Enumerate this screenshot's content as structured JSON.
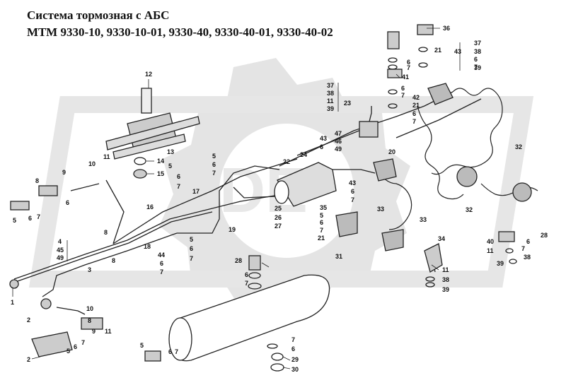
{
  "title": {
    "line1": "Система тормозная с АБС",
    "line2": "МТМ 9330-10, 9330-10-01, 9330-40, 9330-40-01, 9330-40-02"
  },
  "watermark": {
    "color": "#e2e2e2"
  },
  "colors": {
    "ink": "#111111",
    "background": "#ffffff"
  },
  "callouts": [
    {
      "id": "c1",
      "text": "1"
    },
    {
      "id": "c2",
      "text": "2"
    },
    {
      "id": "c3",
      "text": "3"
    },
    {
      "id": "c4",
      "text": "4"
    },
    {
      "id": "c45",
      "text": "45"
    },
    {
      "id": "c49",
      "text": "49"
    },
    {
      "id": "c5a",
      "text": "5"
    },
    {
      "id": "c6a",
      "text": "6"
    },
    {
      "id": "c7a",
      "text": "7"
    },
    {
      "id": "c6b",
      "text": "6"
    },
    {
      "id": "c8a",
      "text": "8"
    },
    {
      "id": "c9a",
      "text": "9"
    },
    {
      "id": "c10a",
      "text": "10"
    },
    {
      "id": "c11a",
      "text": "11"
    },
    {
      "id": "c12",
      "text": "12"
    },
    {
      "id": "c13",
      "text": "13"
    },
    {
      "id": "c14",
      "text": "14"
    },
    {
      "id": "c15",
      "text": "15"
    },
    {
      "id": "c5b",
      "text": "5"
    },
    {
      "id": "c6c",
      "text": "6"
    },
    {
      "id": "c7b",
      "text": "7"
    },
    {
      "id": "c5c",
      "text": "5"
    },
    {
      "id": "c6d",
      "text": "6"
    },
    {
      "id": "c7c",
      "text": "7"
    },
    {
      "id": "c16",
      "text": "16"
    },
    {
      "id": "c8b",
      "text": "8"
    },
    {
      "id": "c17",
      "text": "17"
    },
    {
      "id": "c18",
      "text": "18"
    },
    {
      "id": "c19",
      "text": "19"
    },
    {
      "id": "c8c",
      "text": "8"
    },
    {
      "id": "c44",
      "text": "44"
    },
    {
      "id": "c6e",
      "text": "6"
    },
    {
      "id": "c7d",
      "text": "7"
    },
    {
      "id": "c5d",
      "text": "5"
    },
    {
      "id": "c6f",
      "text": "6"
    },
    {
      "id": "c7e",
      "text": "7"
    },
    {
      "id": "c10b",
      "text": "10"
    },
    {
      "id": "c9b",
      "text": "9"
    },
    {
      "id": "c11b",
      "text": "11"
    },
    {
      "id": "c8d",
      "text": "8"
    },
    {
      "id": "c7f",
      "text": "7"
    },
    {
      "id": "c6g",
      "text": "6"
    },
    {
      "id": "c5e",
      "text": "5"
    },
    {
      "id": "c2b",
      "text": "2"
    },
    {
      "id": "c5f",
      "text": "5"
    },
    {
      "id": "c6h",
      "text": "6"
    },
    {
      "id": "c7g",
      "text": "7"
    },
    {
      "id": "c22",
      "text": "22"
    },
    {
      "id": "c25",
      "text": "25"
    },
    {
      "id": "c26",
      "text": "26"
    },
    {
      "id": "c27",
      "text": "27"
    },
    {
      "id": "c28a",
      "text": "28"
    },
    {
      "id": "c6i",
      "text": "6"
    },
    {
      "id": "c7h",
      "text": "7"
    },
    {
      "id": "c37a",
      "text": "37"
    },
    {
      "id": "c38a",
      "text": "38"
    },
    {
      "id": "c11c",
      "text": "11"
    },
    {
      "id": "c39a",
      "text": "39"
    },
    {
      "id": "c23",
      "text": "23"
    },
    {
      "id": "c43a",
      "text": "43"
    },
    {
      "id": "c6j",
      "text": "6"
    },
    {
      "id": "c47",
      "text": "47"
    },
    {
      "id": "c46",
      "text": "46"
    },
    {
      "id": "c49b",
      "text": "49"
    },
    {
      "id": "c24",
      "text": "24"
    },
    {
      "id": "c20",
      "text": "20"
    },
    {
      "id": "c43b",
      "text": "43"
    },
    {
      "id": "c6k",
      "text": "6"
    },
    {
      "id": "c7i",
      "text": "7"
    },
    {
      "id": "c35",
      "text": "35"
    },
    {
      "id": "c5g",
      "text": "5"
    },
    {
      "id": "c6l",
      "text": "6"
    },
    {
      "id": "c7j",
      "text": "7"
    },
    {
      "id": "c21a",
      "text": "21"
    },
    {
      "id": "c33a",
      "text": "33"
    },
    {
      "id": "c33b",
      "text": "33"
    },
    {
      "id": "c31",
      "text": "31"
    },
    {
      "id": "c34",
      "text": "34"
    },
    {
      "id": "c36",
      "text": "36"
    },
    {
      "id": "c6m",
      "text": "6"
    },
    {
      "id": "c21b",
      "text": "21"
    },
    {
      "id": "c7k",
      "text": "7"
    },
    {
      "id": "c41",
      "text": "41"
    },
    {
      "id": "c6n",
      "text": "6"
    },
    {
      "id": "c7l",
      "text": "7"
    },
    {
      "id": "c42",
      "text": "42"
    },
    {
      "id": "c21c",
      "text": "21"
    },
    {
      "id": "c6o",
      "text": "6"
    },
    {
      "id": "c7m",
      "text": "7"
    },
    {
      "id": "c37b",
      "text": "37"
    },
    {
      "id": "c38b",
      "text": "38"
    },
    {
      "id": "c6p",
      "text": "6"
    },
    {
      "id": "c7n",
      "text": "7"
    },
    {
      "id": "c43c",
      "text": "43"
    },
    {
      "id": "c39b",
      "text": "39"
    },
    {
      "id": "c32a",
      "text": "32"
    },
    {
      "id": "c32b",
      "text": "32"
    },
    {
      "id": "c28b",
      "text": "28"
    },
    {
      "id": "c40",
      "text": "40"
    },
    {
      "id": "c11d",
      "text": "11"
    },
    {
      "id": "c6q",
      "text": "6"
    },
    {
      "id": "c7o",
      "text": "7"
    },
    {
      "id": "c38c",
      "text": "38"
    },
    {
      "id": "c39c",
      "text": "39"
    },
    {
      "id": "c11e",
      "text": "11"
    },
    {
      "id": "c38d",
      "text": "38"
    },
    {
      "id": "c39d",
      "text": "39"
    },
    {
      "id": "c7p",
      "text": "7"
    },
    {
      "id": "c6r",
      "text": "6"
    },
    {
      "id": "c29",
      "text": "29"
    },
    {
      "id": "c30",
      "text": "30"
    }
  ]
}
